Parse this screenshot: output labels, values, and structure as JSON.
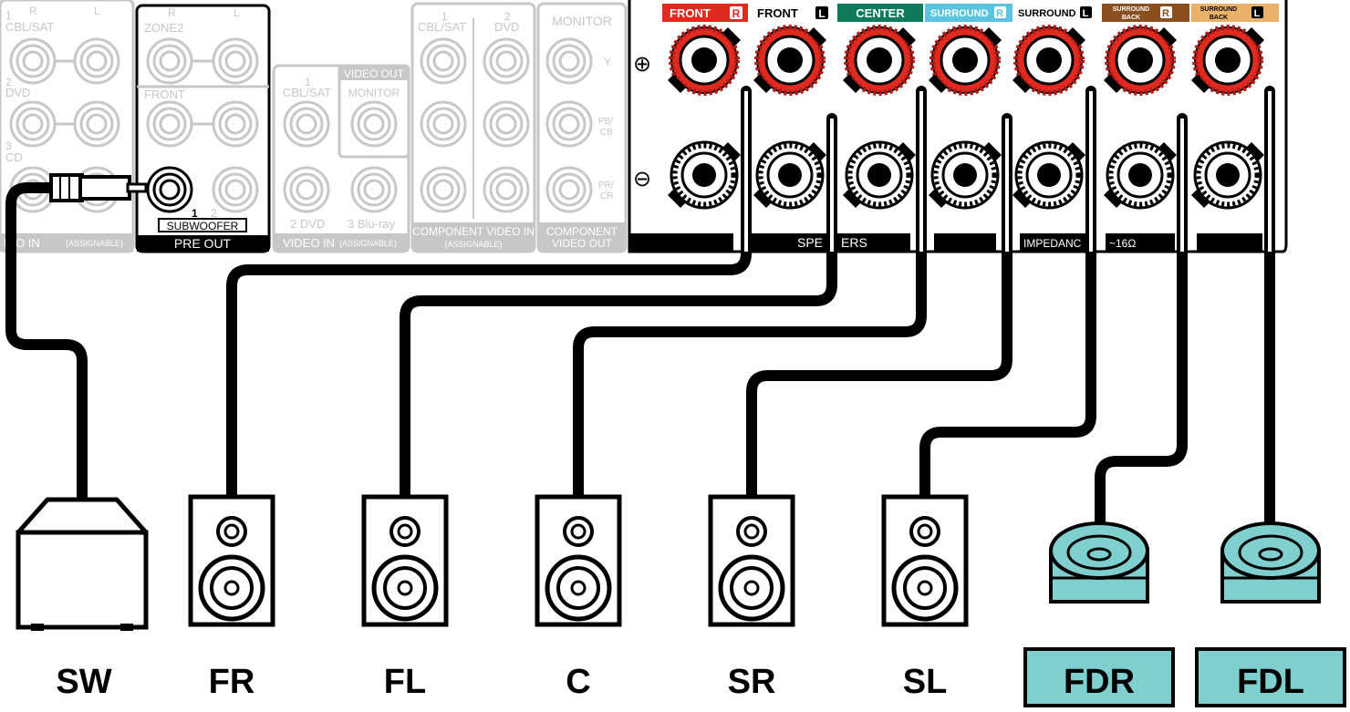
{
  "colors": {
    "front_r": "#e02a20",
    "center": "#0f7a5c",
    "surround_r": "#5cc4e0",
    "surround_back": "#8a4f1e",
    "surround_back_l": "#e8b26a",
    "height_speaker": "#7fcfcf",
    "cable": "#000000",
    "ghost": "#c7c7c7"
  },
  "audio_in": {
    "ch_r": "R",
    "ch_l": "L",
    "items": [
      "1",
      "CBL/SAT",
      "2",
      "DVD",
      "3",
      "CD"
    ],
    "footer": "DIO IN",
    "footer_note": "(ASSIGNABLE)"
  },
  "pre_out": {
    "ch_r": "R",
    "ch_l": "L",
    "zone2": "ZONE2",
    "front": "FRONT",
    "sub_1": "1",
    "sub_2": "2",
    "subwoofer": "SUBWOOFER",
    "footer": "PRE OUT"
  },
  "video_in": {
    "n1": "1",
    "cbl_sat": "CBL/SAT",
    "video_out": "VIDEO OUT",
    "monitor": "MONITOR",
    "dvd": "2 DVD",
    "bluray": "3 Blu-ray",
    "footer": "VIDEO IN",
    "footer_note": "(ASSIGNABLE)"
  },
  "component_in": {
    "n1": "1",
    "cbl_sat": "CBL/SAT",
    "n2": "2",
    "dvd": "DVD",
    "footer": "COMPONENT VIDEO IN",
    "footer_note": "(ASSIGNABLE)"
  },
  "component_out": {
    "monitor": "MONITOR",
    "y": "Y",
    "pb": "PB/",
    "cb": "CB",
    "pr": "PR/",
    "cr": "CR",
    "footer_1": "COMPONENT",
    "footer_2": "VIDEO OUT"
  },
  "speakers_panel": {
    "plus_symbol": "⊕",
    "minus_symbol": "⊖",
    "terminals": [
      {
        "label": "FRONT",
        "badge": "R"
      },
      {
        "label": "FRONT",
        "badge": "L"
      },
      {
        "label": "CENTER",
        "badge": ""
      },
      {
        "label": "SURROUND",
        "badge": "R"
      },
      {
        "label": "SURROUND",
        "badge": "L"
      },
      {
        "label_1": "SURROUND",
        "label_2": "BACK",
        "badge": "R"
      },
      {
        "label_1": "SURROUND",
        "label_2": "BACK",
        "badge": "L"
      }
    ],
    "footer_speakers_a": "SPE",
    "footer_speakers_b": "ERS",
    "footer_impedance": "IMPEDANC",
    "footer_ohms": "~16Ω"
  },
  "speaker_labels": [
    "SW",
    "FR",
    "FL",
    "C",
    "SR",
    "SL",
    "FDR",
    "FDL"
  ]
}
